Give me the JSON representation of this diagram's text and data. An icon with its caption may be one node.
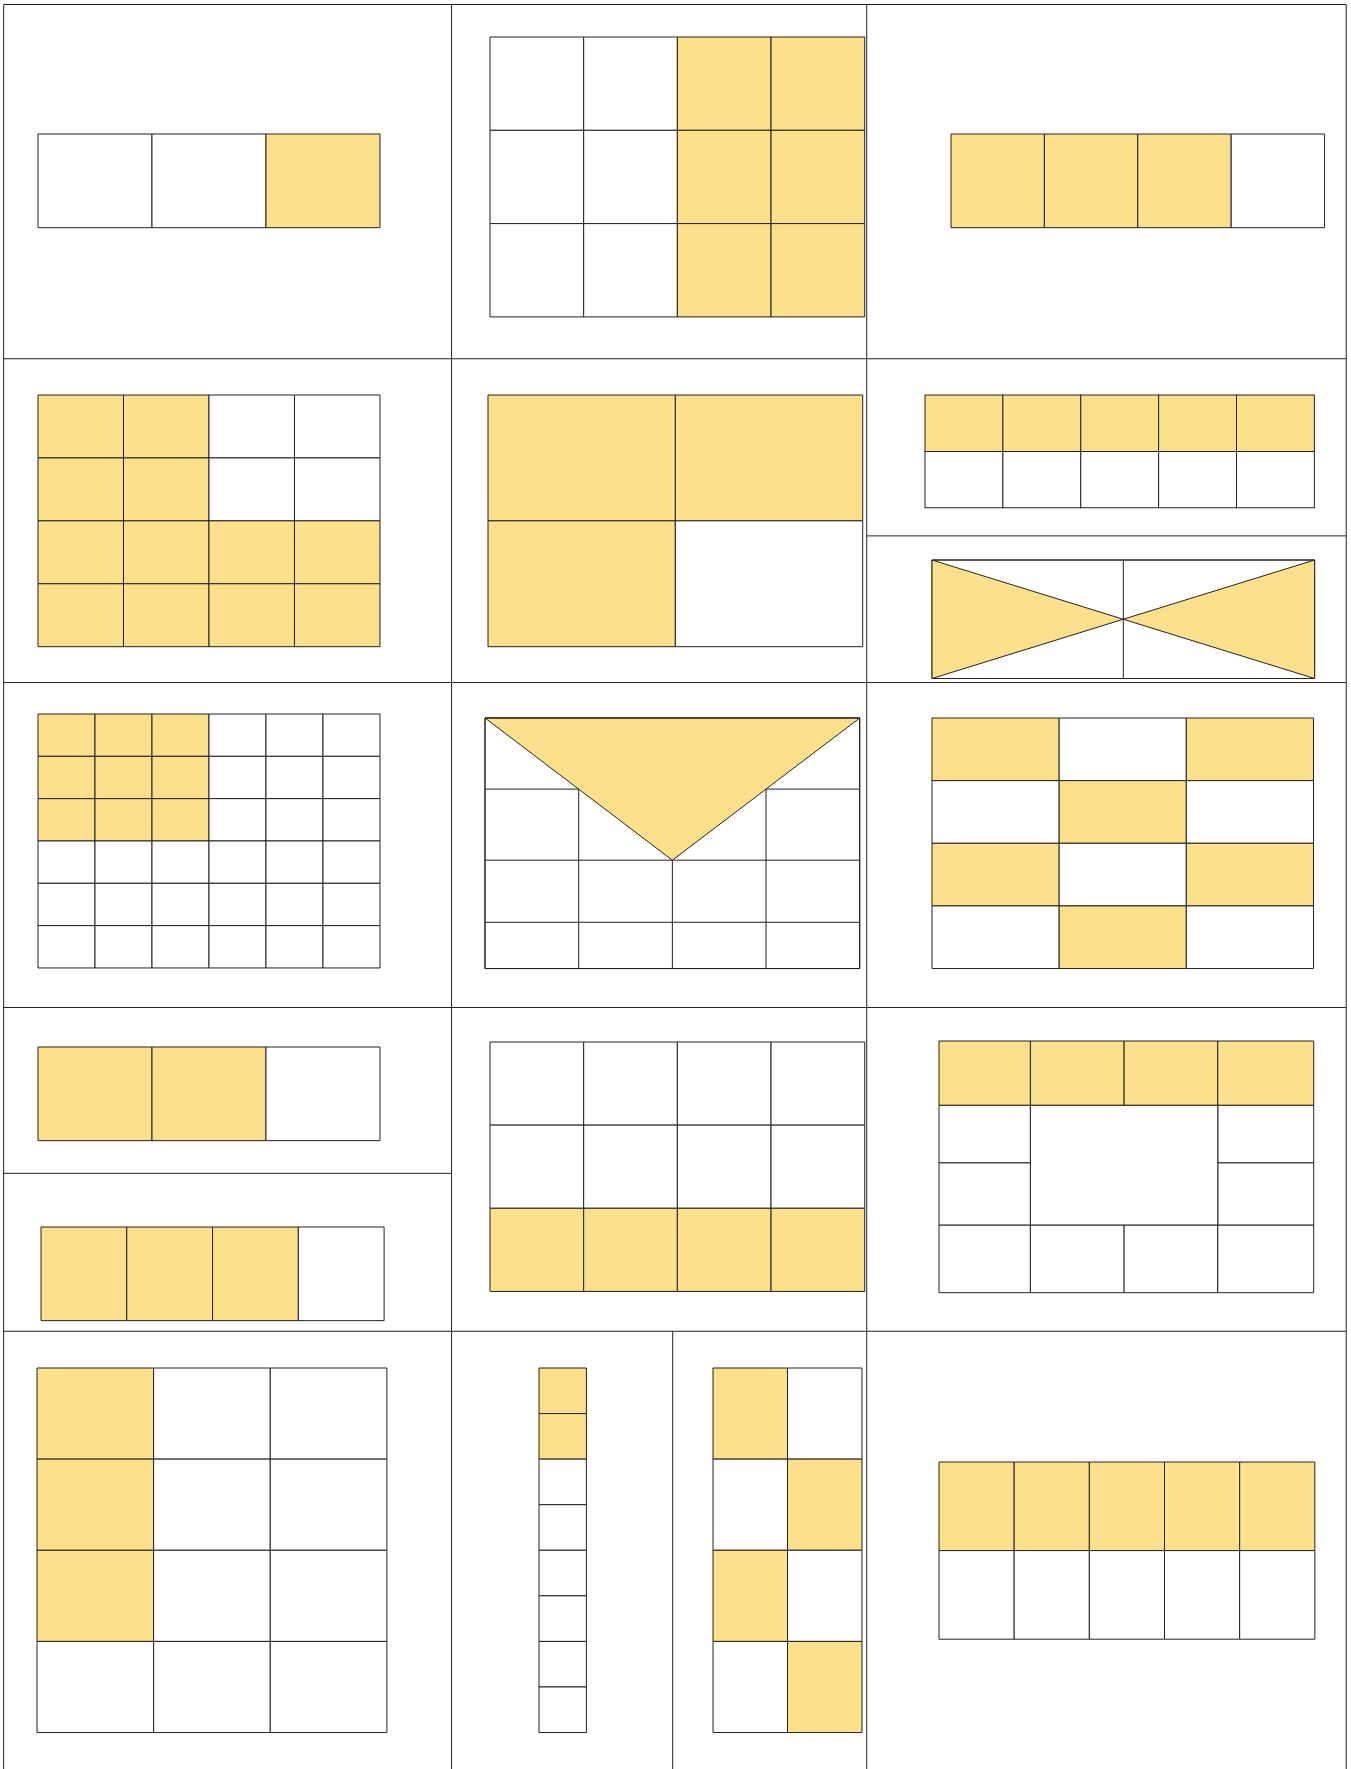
{
  "diagram": {
    "nodes": [
      {
        "text": [],
        "shape": "grid"
      },
      {
        "text": [],
        "shape": "grid"
      },
      {
        "text": [],
        "shape": "grid"
      },
      {
        "text": [],
        "shape": "grid"
      },
      {
        "text": [],
        "shape": "grid"
      },
      {
        "text": [],
        "shape": "grid"
      },
      {
        "text": [],
        "shape": "grid"
      },
      {
        "text": [],
        "shape": "grid"
      },
      {
        "text": [],
        "shape": "grid"
      },
      {
        "text": [],
        "shape": "grid"
      },
      {
        "text": [],
        "shape": "grid"
      },
      {
        "text": [],
        "shape": "grid"
      },
      {
        "text": [],
        "shape": "grid"
      },
      {
        "text": [],
        "shape": "grid"
      },
      {
        "text": [],
        "shape": "grid"
      },
      {
        "text": [],
        "shape": "grid"
      },
      {
        "text": [],
        "shape": "grid"
      },
      {
        "text": [],
        "shape": "grid"
      }
    ]
  }
}
